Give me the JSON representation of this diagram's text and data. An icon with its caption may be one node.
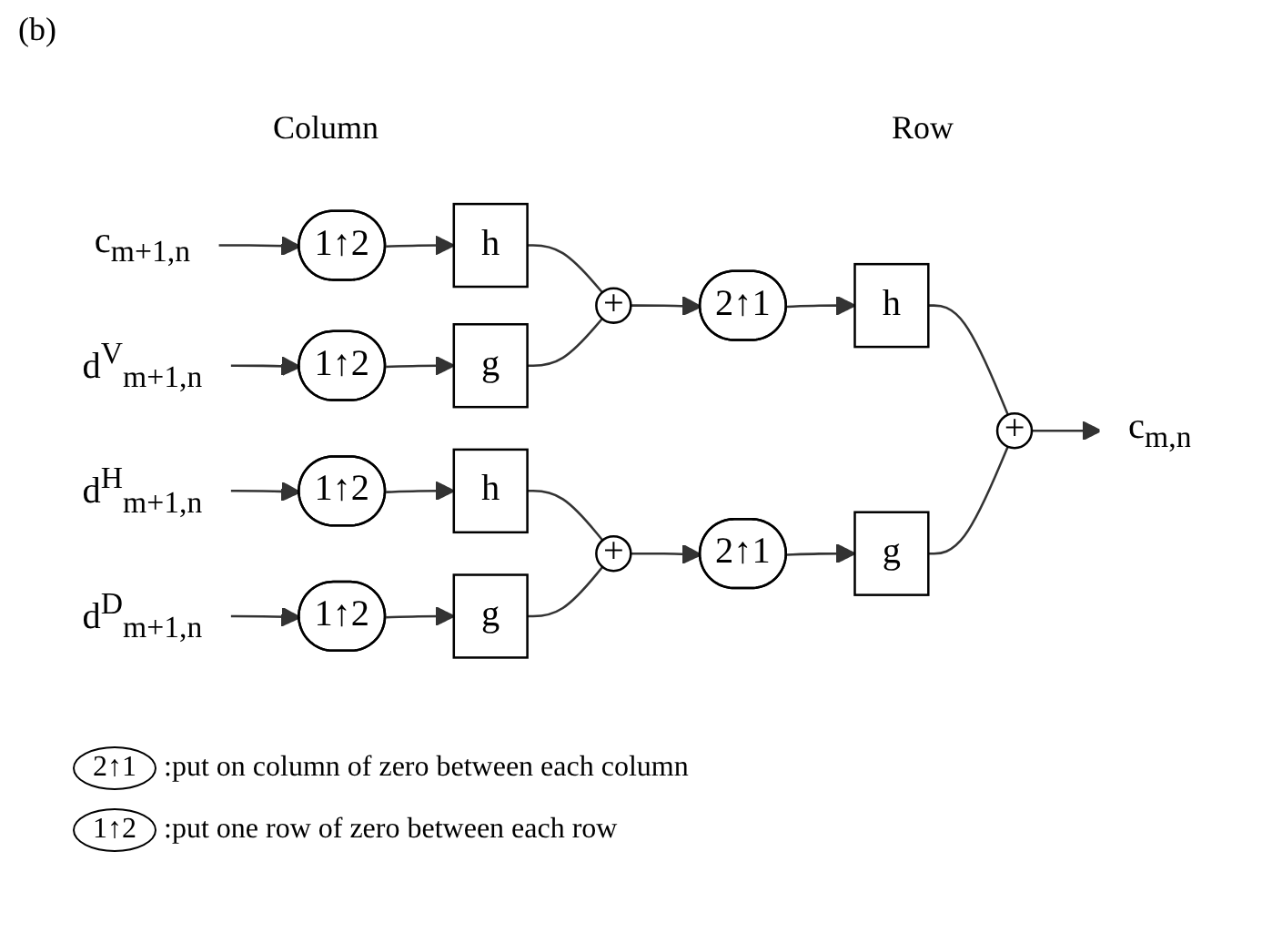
{
  "diagram": {
    "nodes": [
      {
        "text": [
          "c$_{m+1,n}$"
        ]
      },
      {
        "text": [
          "d$^{V}$$_{m+1,n}$"
        ]
      },
      {
        "text": [
          "d$^{H}$$_{m+1,n}$"
        ]
      },
      {
        "text": [
          "d$^{D}$$_{m+1,n}$"
        ]
      },
      {
        "text": [
          "1↑2"
        ]
      },
      {
        "text": [
          "1↑2"
        ]
      },
      {
        "text": [
          "1↑2"
        ]
      },
      {
        "text": [
          "1↑2"
        ]
      },
      {
        "text": [
          "h"
        ]
      },
      {
        "text": [
          "g"
        ]
      },
      {
        "text": [
          "h"
        ]
      },
      {
        "text": [
          "g"
        ]
      },
      {
        "text": [
          "+"
        ]
      },
      {
        "text": [
          "+"
        ]
      },
      {
        "text": [
          "2↑1"
        ]
      },
      {
        "text": [
          "2↑1"
        ]
      },
      {
        "text": [
          "h"
        ]
      },
      {
        "text": [
          "g"
        ]
      },
      {
        "text": [
          "+"
        ]
      },
      {
        "text": [
          "c$_{m,n}$"
        ]
      },
      {
        "text": [
          "2↑1"
        ],
        "beside": [
          ":put on column of zero between each column"
        ]
      },
      {
        "text": [
          "1↑2"
        ],
        "beside": [
          ":put one row of zero between each row"
        ]
      }
    ],
    "edges": [
      {
        "from": 0,
        "to": 4,
        "arrow": "to"
      },
      {
        "from": 1,
        "to": 5,
        "arrow": "to"
      },
      {
        "from": 2,
        "to": 6,
        "arrow": "to"
      },
      {
        "from": 3,
        "to": 7,
        "arrow": "to"
      },
      {
        "from": 4,
        "to": 8,
        "arrow": "to"
      },
      {
        "from": 5,
        "to": 9,
        "arrow": "to"
      },
      {
        "from": 6,
        "to": 10,
        "arrow": "to"
      },
      {
        "from": 7,
        "to": 11,
        "arrow": "to"
      },
      {
        "from": 8,
        "to": 12,
        "arrow": "none"
      },
      {
        "from": 9,
        "to": 12,
        "arrow": "none"
      },
      {
        "from": 10,
        "to": 13,
        "arrow": "none"
      },
      {
        "from": 11,
        "to": 13,
        "arrow": "none"
      },
      {
        "from": 12,
        "to": 14,
        "arrow": "to"
      },
      {
        "from": 13,
        "to": 15,
        "arrow": "to"
      },
      {
        "from": 14,
        "to": 16,
        "arrow": "to"
      },
      {
        "from": 15,
        "to": 17,
        "arrow": "to"
      },
      {
        "from": 16,
        "to": 18,
        "arrow": "none"
      },
      {
        "from": 17,
        "to": 18,
        "arrow": "none"
      },
      {
        "from": 18,
        "to": 19,
        "arrow": "to"
      }
    ],
    "labels": [
      "(b)",
      "Column",
      "Row"
    ]
  }
}
